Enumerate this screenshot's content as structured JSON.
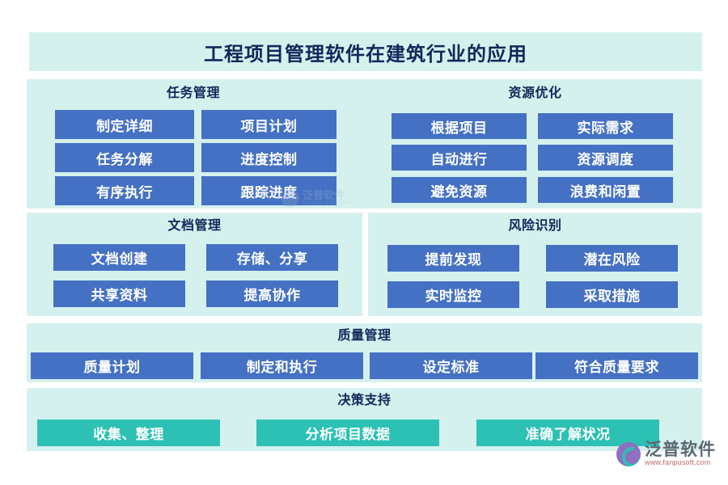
{
  "title": "工程项目管理软件在建筑行业的应用",
  "colors": {
    "panel_bg": "#d5f1ee",
    "chip_blue": "#4471c4",
    "chip_teal": "#2cc1b4",
    "title_text": "#12265a",
    "page_bg": "#ffffff"
  },
  "sections": {
    "task_management": {
      "title": "任务管理",
      "chips": [
        "制定详细",
        "项目计划",
        "任务分解",
        "进度控制",
        "有序执行",
        "跟踪进度"
      ]
    },
    "resource_optimization": {
      "title": "资源优化",
      "chips": [
        "根据项目",
        "实际需求",
        "自动进行",
        "资源调度",
        "避免资源",
        "浪费和闲置"
      ]
    },
    "document_management": {
      "title": "文档管理",
      "chips": [
        "文档创建",
        "存储、分享",
        "共享资料",
        "提高协作"
      ]
    },
    "risk_identification": {
      "title": "风险识别",
      "chips": [
        "提前发现",
        "潜在风险",
        "实时监控",
        "采取措施"
      ]
    },
    "quality_management": {
      "title": "质量管理",
      "chips": [
        "质量计划",
        "制定和执行",
        "设定标准",
        "符合质量要求"
      ]
    },
    "decision_support": {
      "title": "决策支持",
      "chips": [
        "收集、整理",
        "分析项目数据",
        "准确了解状况"
      ]
    }
  },
  "watermark": {
    "cn": "泛普软件",
    "en": "FANPU SOFTWARE"
  },
  "logo": {
    "name": "泛普软件",
    "url": "www.fanpusoft.com"
  }
}
